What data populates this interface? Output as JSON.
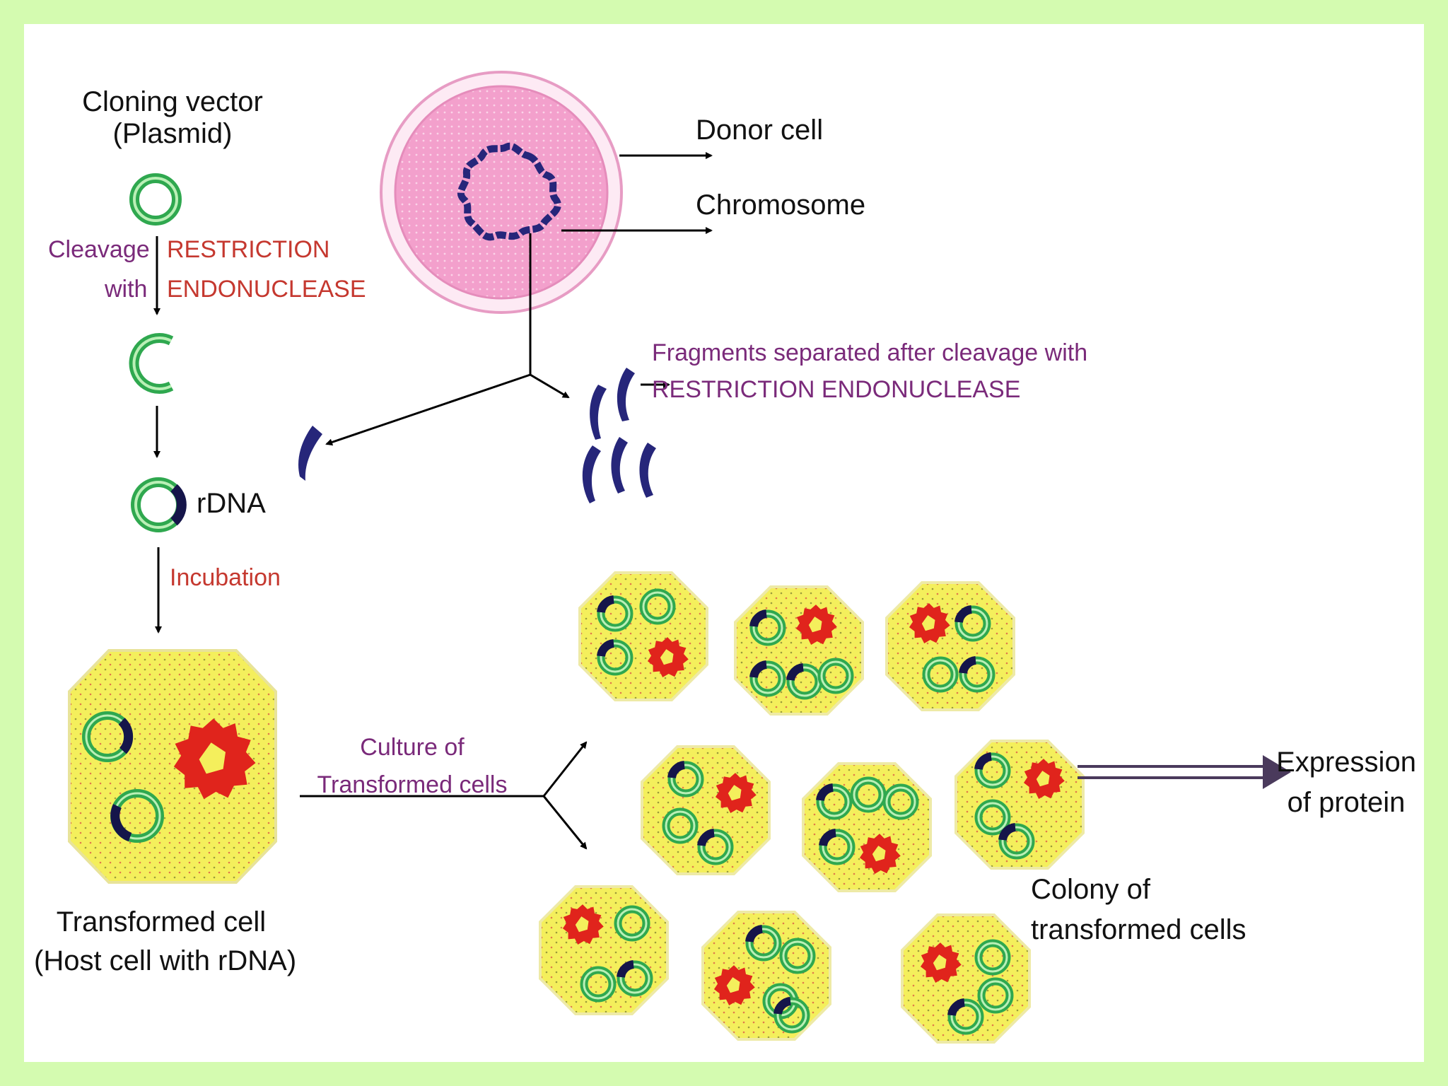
{
  "labels": {
    "cloning_vector_line1": "Cloning vector",
    "cloning_vector_line2": "(Plasmid)",
    "cleavage": "Cleavage",
    "with": "with",
    "restriction": "RESTRICTION",
    "endonuclease": "ENDONUCLEASE",
    "donor_cell": "Donor cell",
    "chromosome": "Chromosome",
    "fragments_line1": "Fragments separated after cleavage with",
    "fragments_line2": "RESTRICTION ENDONUCLEASE",
    "rdna": "rDNA",
    "incubation": "Incubation",
    "culture_line1": "Culture of",
    "culture_line2": "Transformed cells",
    "transformed_line1": "Transformed cell",
    "transformed_line2": "(Host cell with rDNA)",
    "colony_line1": "Colony of",
    "colony_line2": "transformed cells",
    "expression_line1": "Expression",
    "expression_line2": "of protein"
  },
  "colors": {
    "background": "#d4fbb0",
    "panel": "#ffffff",
    "plasmid": "#2fa84f",
    "insert": "#1e1e6e",
    "host_cell": "#f4ef5c",
    "chromosome_red": "#e0241c",
    "donor_cell": "#f6a9d3",
    "purple_text": "#7a2a7a",
    "red_text": "#c5382f"
  }
}
